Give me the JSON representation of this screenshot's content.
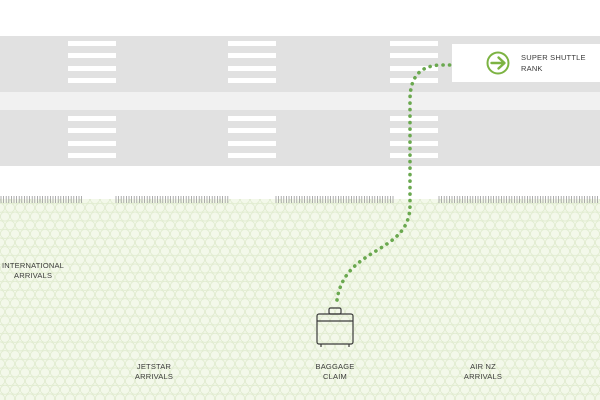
{
  "colors": {
    "road": "#e1e1e1",
    "divider": "#f1f1f1",
    "terminal": "#f3f8ea",
    "hex_line": "#dbe8c8",
    "route": "#6aa84f",
    "label_box": "#ffffff",
    "icon_green": "#7cb342",
    "text": "#3a3a3a"
  },
  "destination": {
    "line1": "SUPER SHUTTLE",
    "line2": "RANK",
    "icon": "arrow-right-circle-icon"
  },
  "locations": {
    "international": {
      "line1": "INTERNATIONAL",
      "line2": "ARRIVALS"
    },
    "jetstar": {
      "line1": "JETSTAR",
      "line2": "ARRIVALS"
    },
    "baggage": {
      "line1": "BAGGAGE",
      "line2": "CLAIM",
      "icon": "suitcase-icon"
    },
    "airnz": {
      "line1": "AIR NZ",
      "line2": "ARRIVALS"
    }
  }
}
